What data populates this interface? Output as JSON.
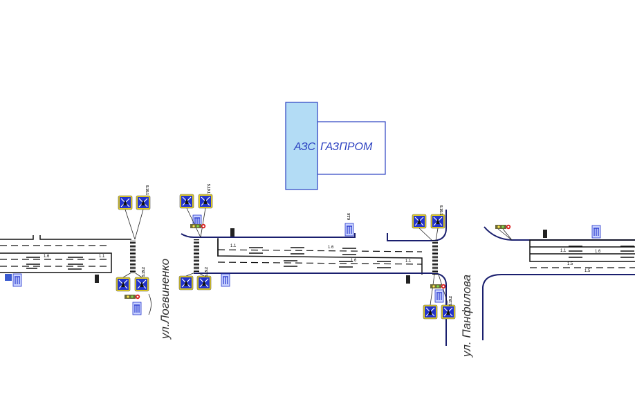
{
  "building": {
    "name_left": "АЗС",
    "name_right": "ГАЗПРОМ",
    "fill_color": "#b3dcf5",
    "stroke_color": "#2a3fc0"
  },
  "streets": {
    "left": "ул.Логвиненко",
    "right": "ул. Панфилова"
  },
  "markings": {
    "m1": "1.1",
    "m2": "1.6",
    "m3": "1.5"
  },
  "signs": {
    "crossing_a": "5.19.1",
    "crossing_b": "5.19.2",
    "info": "6.16"
  },
  "colors": {
    "road": "#1a1f6e",
    "sign_blue": "#2233cc",
    "sign_border": "#e5d020",
    "signal_red": "#d91b1b"
  }
}
